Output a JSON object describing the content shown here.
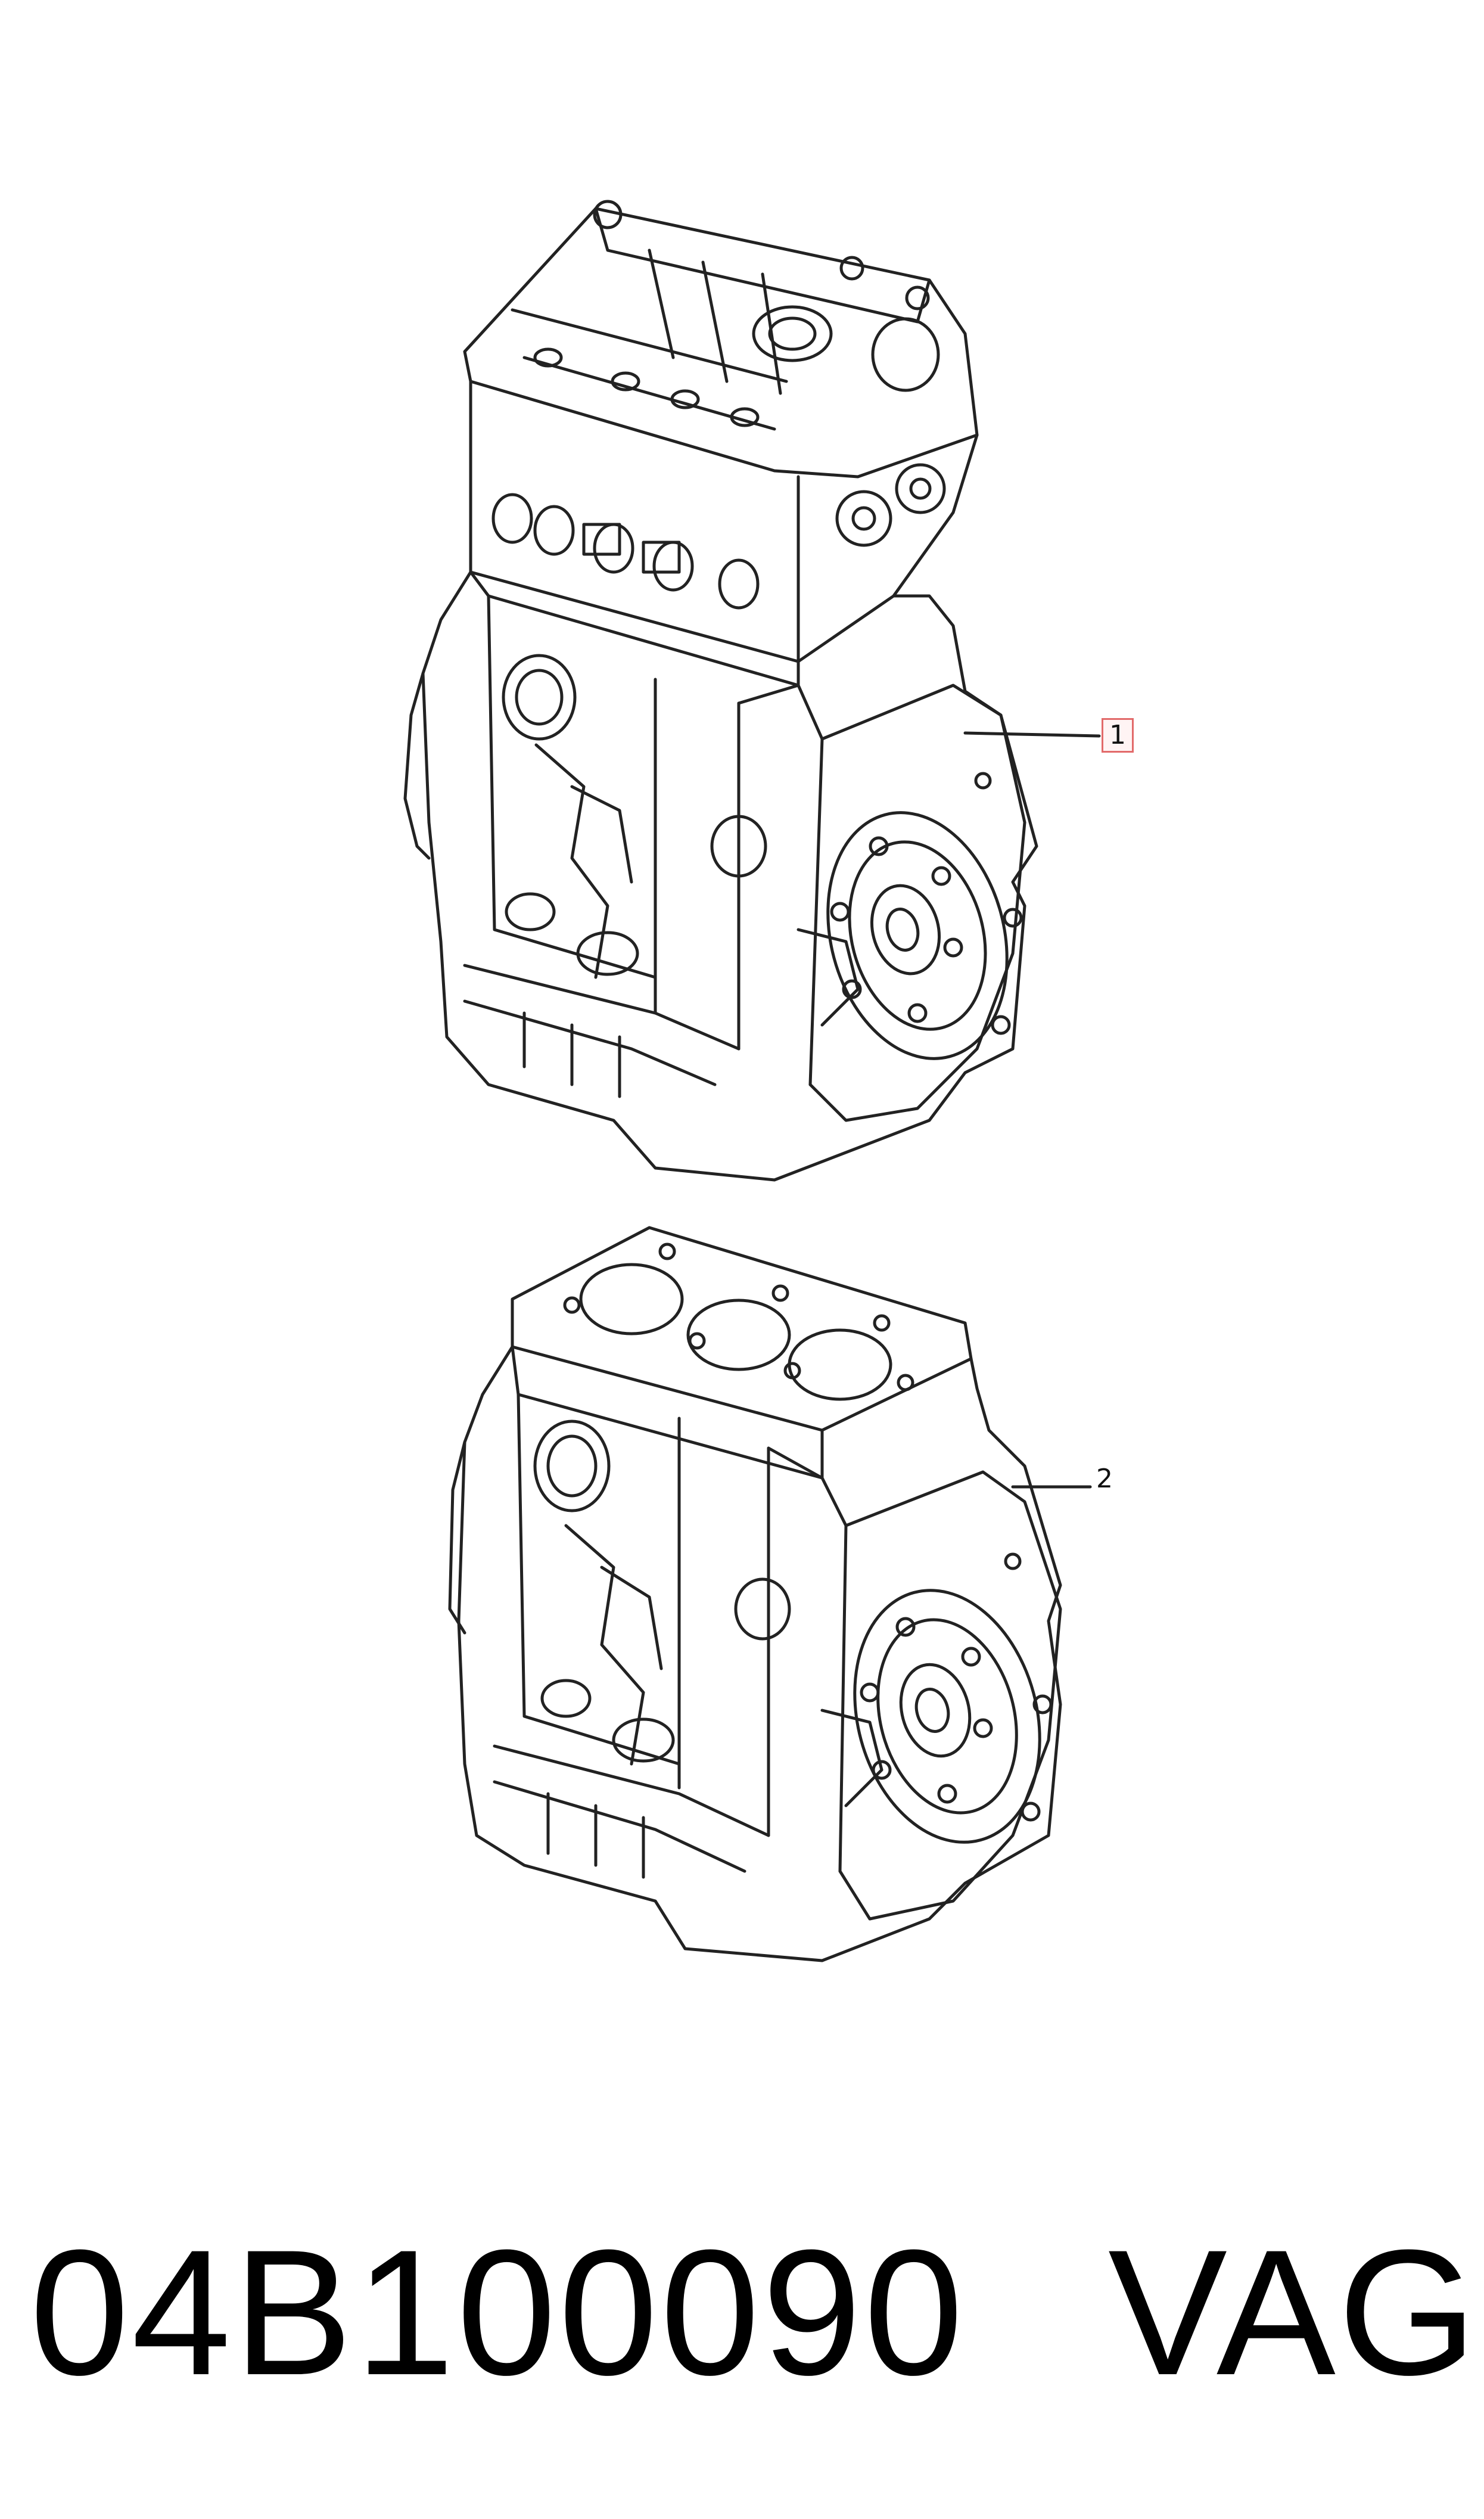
{
  "callouts": [
    {
      "number": "1",
      "highlighted": true
    },
    {
      "number": "2",
      "highlighted": false
    }
  ],
  "footer": {
    "part_number": "04B100090",
    "brand": "VAG"
  },
  "colors": {
    "line": "#222222",
    "highlight_border": "#e26a6a",
    "highlight_fill": "#fff4f4",
    "text": "#000000"
  }
}
